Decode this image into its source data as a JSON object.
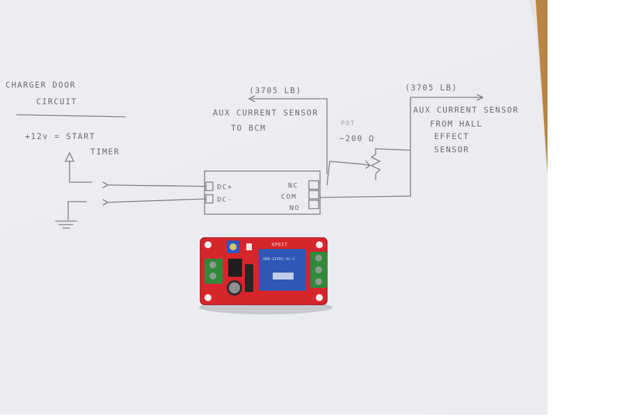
{
  "sketch": {
    "charger_door_line1": "CHARGER DOOR",
    "charger_door_line2": "CIRCUIT",
    "start_timer_line1": "+12v = START",
    "start_timer_line2": "TIMER",
    "left_connector_label": "(3705 LB)",
    "right_connector_label": "(3705 LB)",
    "aux_to_bcm_line1": "AUX CURRENT SENSOR",
    "aux_to_bcm_line2": "TO BCM",
    "aux_from_hall_line1": "AUX CURRENT SENSOR",
    "aux_from_hall_line2": "FROM HALL",
    "aux_from_hall_line3": "EFFECT",
    "aux_from_hall_line4": "SENSOR",
    "pot_label": "POT",
    "pot_value": "~200 Ω",
    "relay_pin_dc_plus": "DC+",
    "relay_pin_dc_minus": "DC-",
    "relay_pin_nc": "NC",
    "relay_pin_com": "COM",
    "relay_pin_no": "NO"
  },
  "module": {
    "pcb_marking": "XPOIT",
    "relay_marking": "SRD-12VDC-SL-C"
  },
  "colors": {
    "paper": "#eceef2",
    "wood": "#c99a5a",
    "pencil": "#6b6b6b",
    "pcb_red": "#d6262b",
    "terminal_green": "#2f8a3a",
    "relay_blue": "#2f57b8",
    "trimmer_blue": "#2a58c6"
  }
}
